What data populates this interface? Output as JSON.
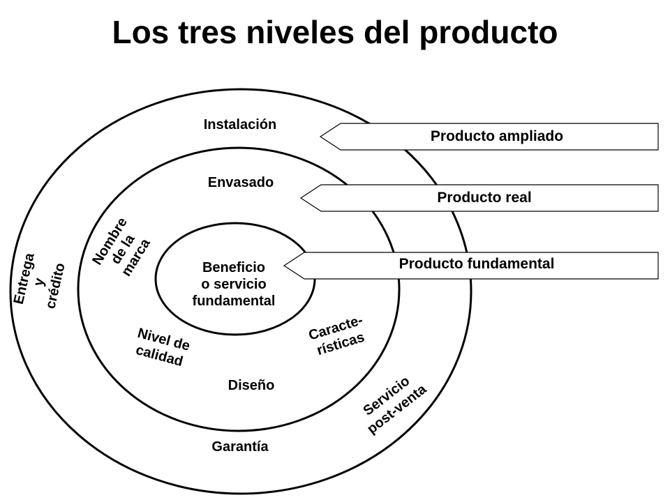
{
  "title": "Los tres niveles del producto",
  "rings": {
    "core": [
      "Beneficio",
      "o servicio",
      "fundamental"
    ],
    "real": {
      "top": "Envasado",
      "brand": [
        "Nombre",
        "de la",
        "marca"
      ],
      "quality": [
        "Nivel de",
        "calidad"
      ],
      "features": [
        "Caracte-",
        "rísticas"
      ],
      "bottom": "Diseño"
    },
    "augmented": {
      "top": "Instalación",
      "left": [
        "Entrega",
        "y",
        "crédito"
      ],
      "service": [
        "Servicio",
        "post-venta"
      ],
      "bottom": "Garantía"
    }
  },
  "callouts": {
    "augmented": "Producto ampliado",
    "real": "Producto real",
    "core": "Producto fundamental"
  }
}
